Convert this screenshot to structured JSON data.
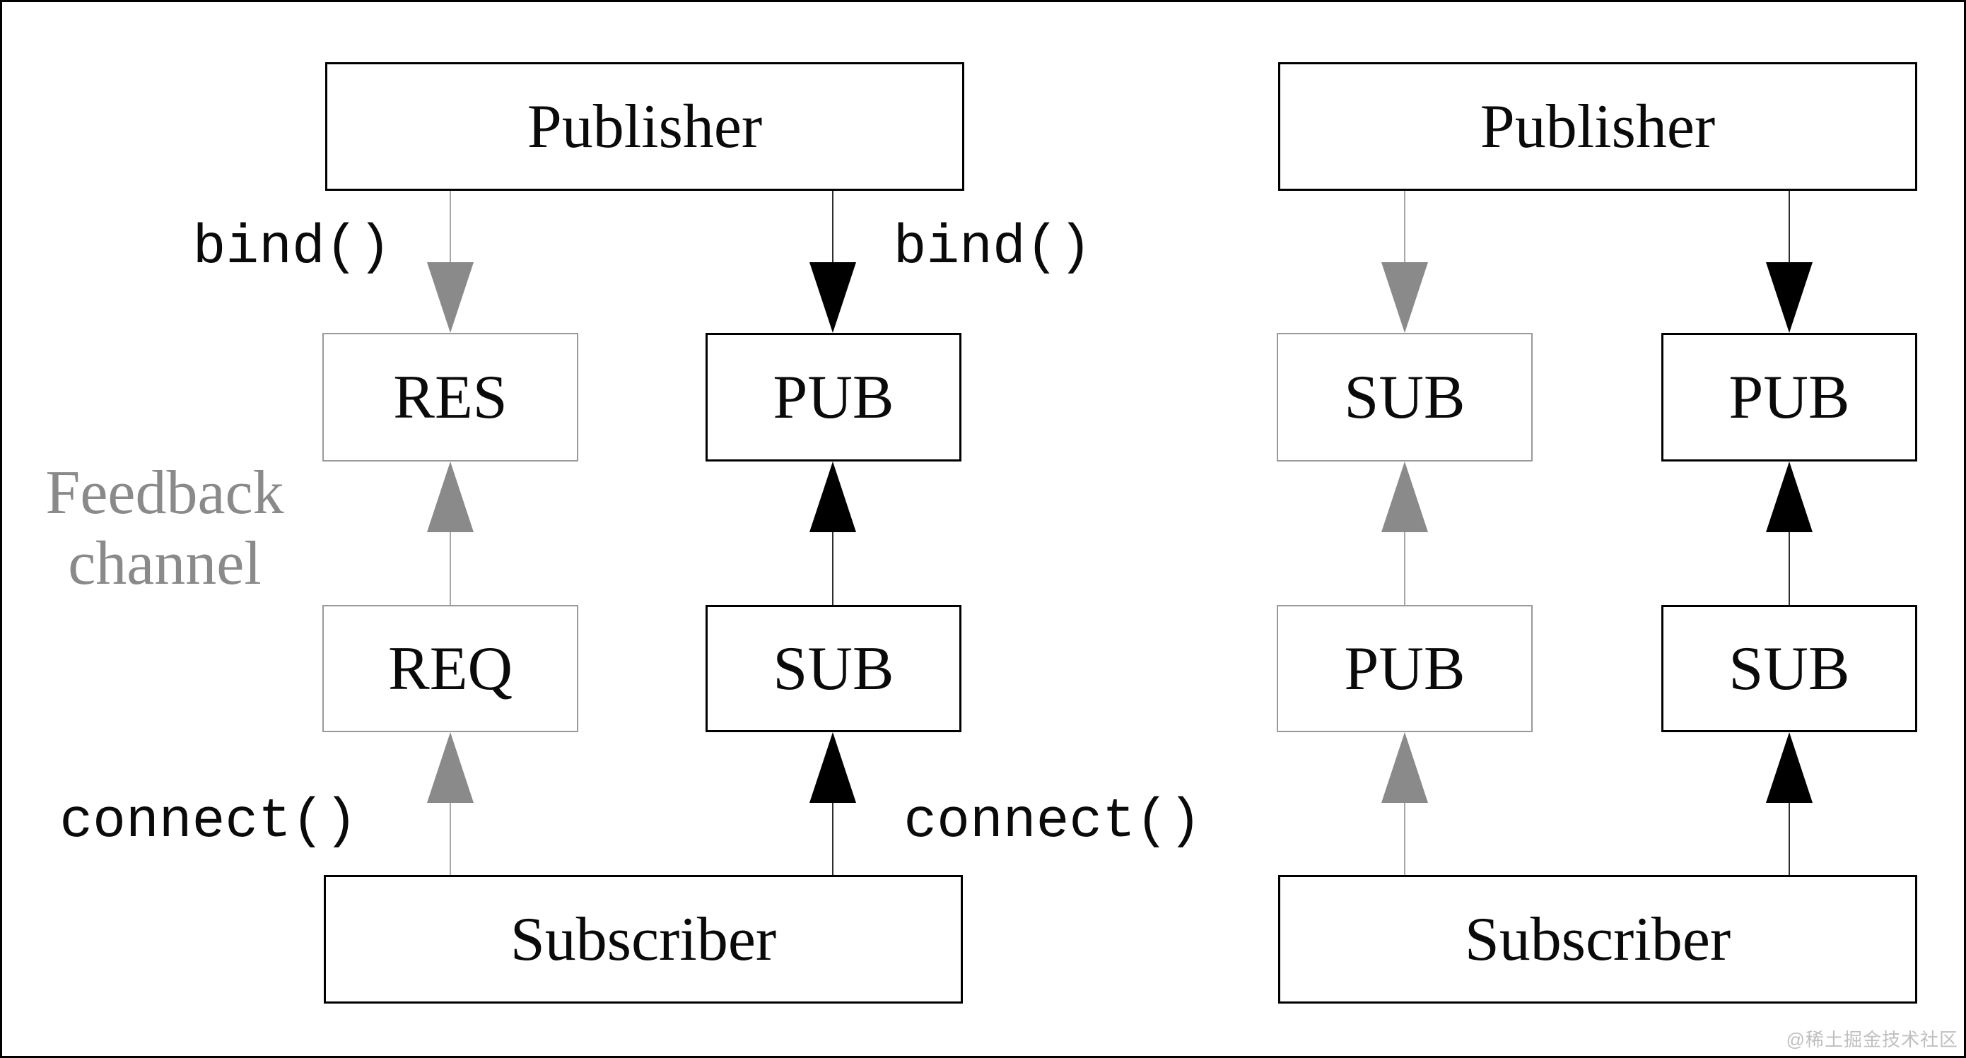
{
  "colors": {
    "gray_arrow": "#8a8a8a",
    "gray_line": "#a8a8a8",
    "gray_border": "#999999",
    "gray_text": "#8a8a8a",
    "black": "#000000",
    "watermark_color": "#bfbfbf"
  },
  "left_diagram": {
    "publisher": "Publisher",
    "subscriber": "Subscriber",
    "sockets": {
      "top_left": "RES",
      "top_right": "PUB",
      "bottom_left": "REQ",
      "bottom_right": "SUB"
    },
    "labels": {
      "bind_left": "bind()",
      "bind_right": "bind()",
      "connect_left": "connect()",
      "connect_right": "connect()",
      "feedback_line1": "Feedback",
      "feedback_line2": "channel"
    }
  },
  "right_diagram": {
    "publisher": "Publisher",
    "subscriber": "Subscriber",
    "sockets": {
      "top_left": "SUB",
      "top_right": "PUB",
      "bottom_left": "PUB",
      "bottom_right": "SUB"
    }
  },
  "watermark": "@稀土掘金技术社区"
}
